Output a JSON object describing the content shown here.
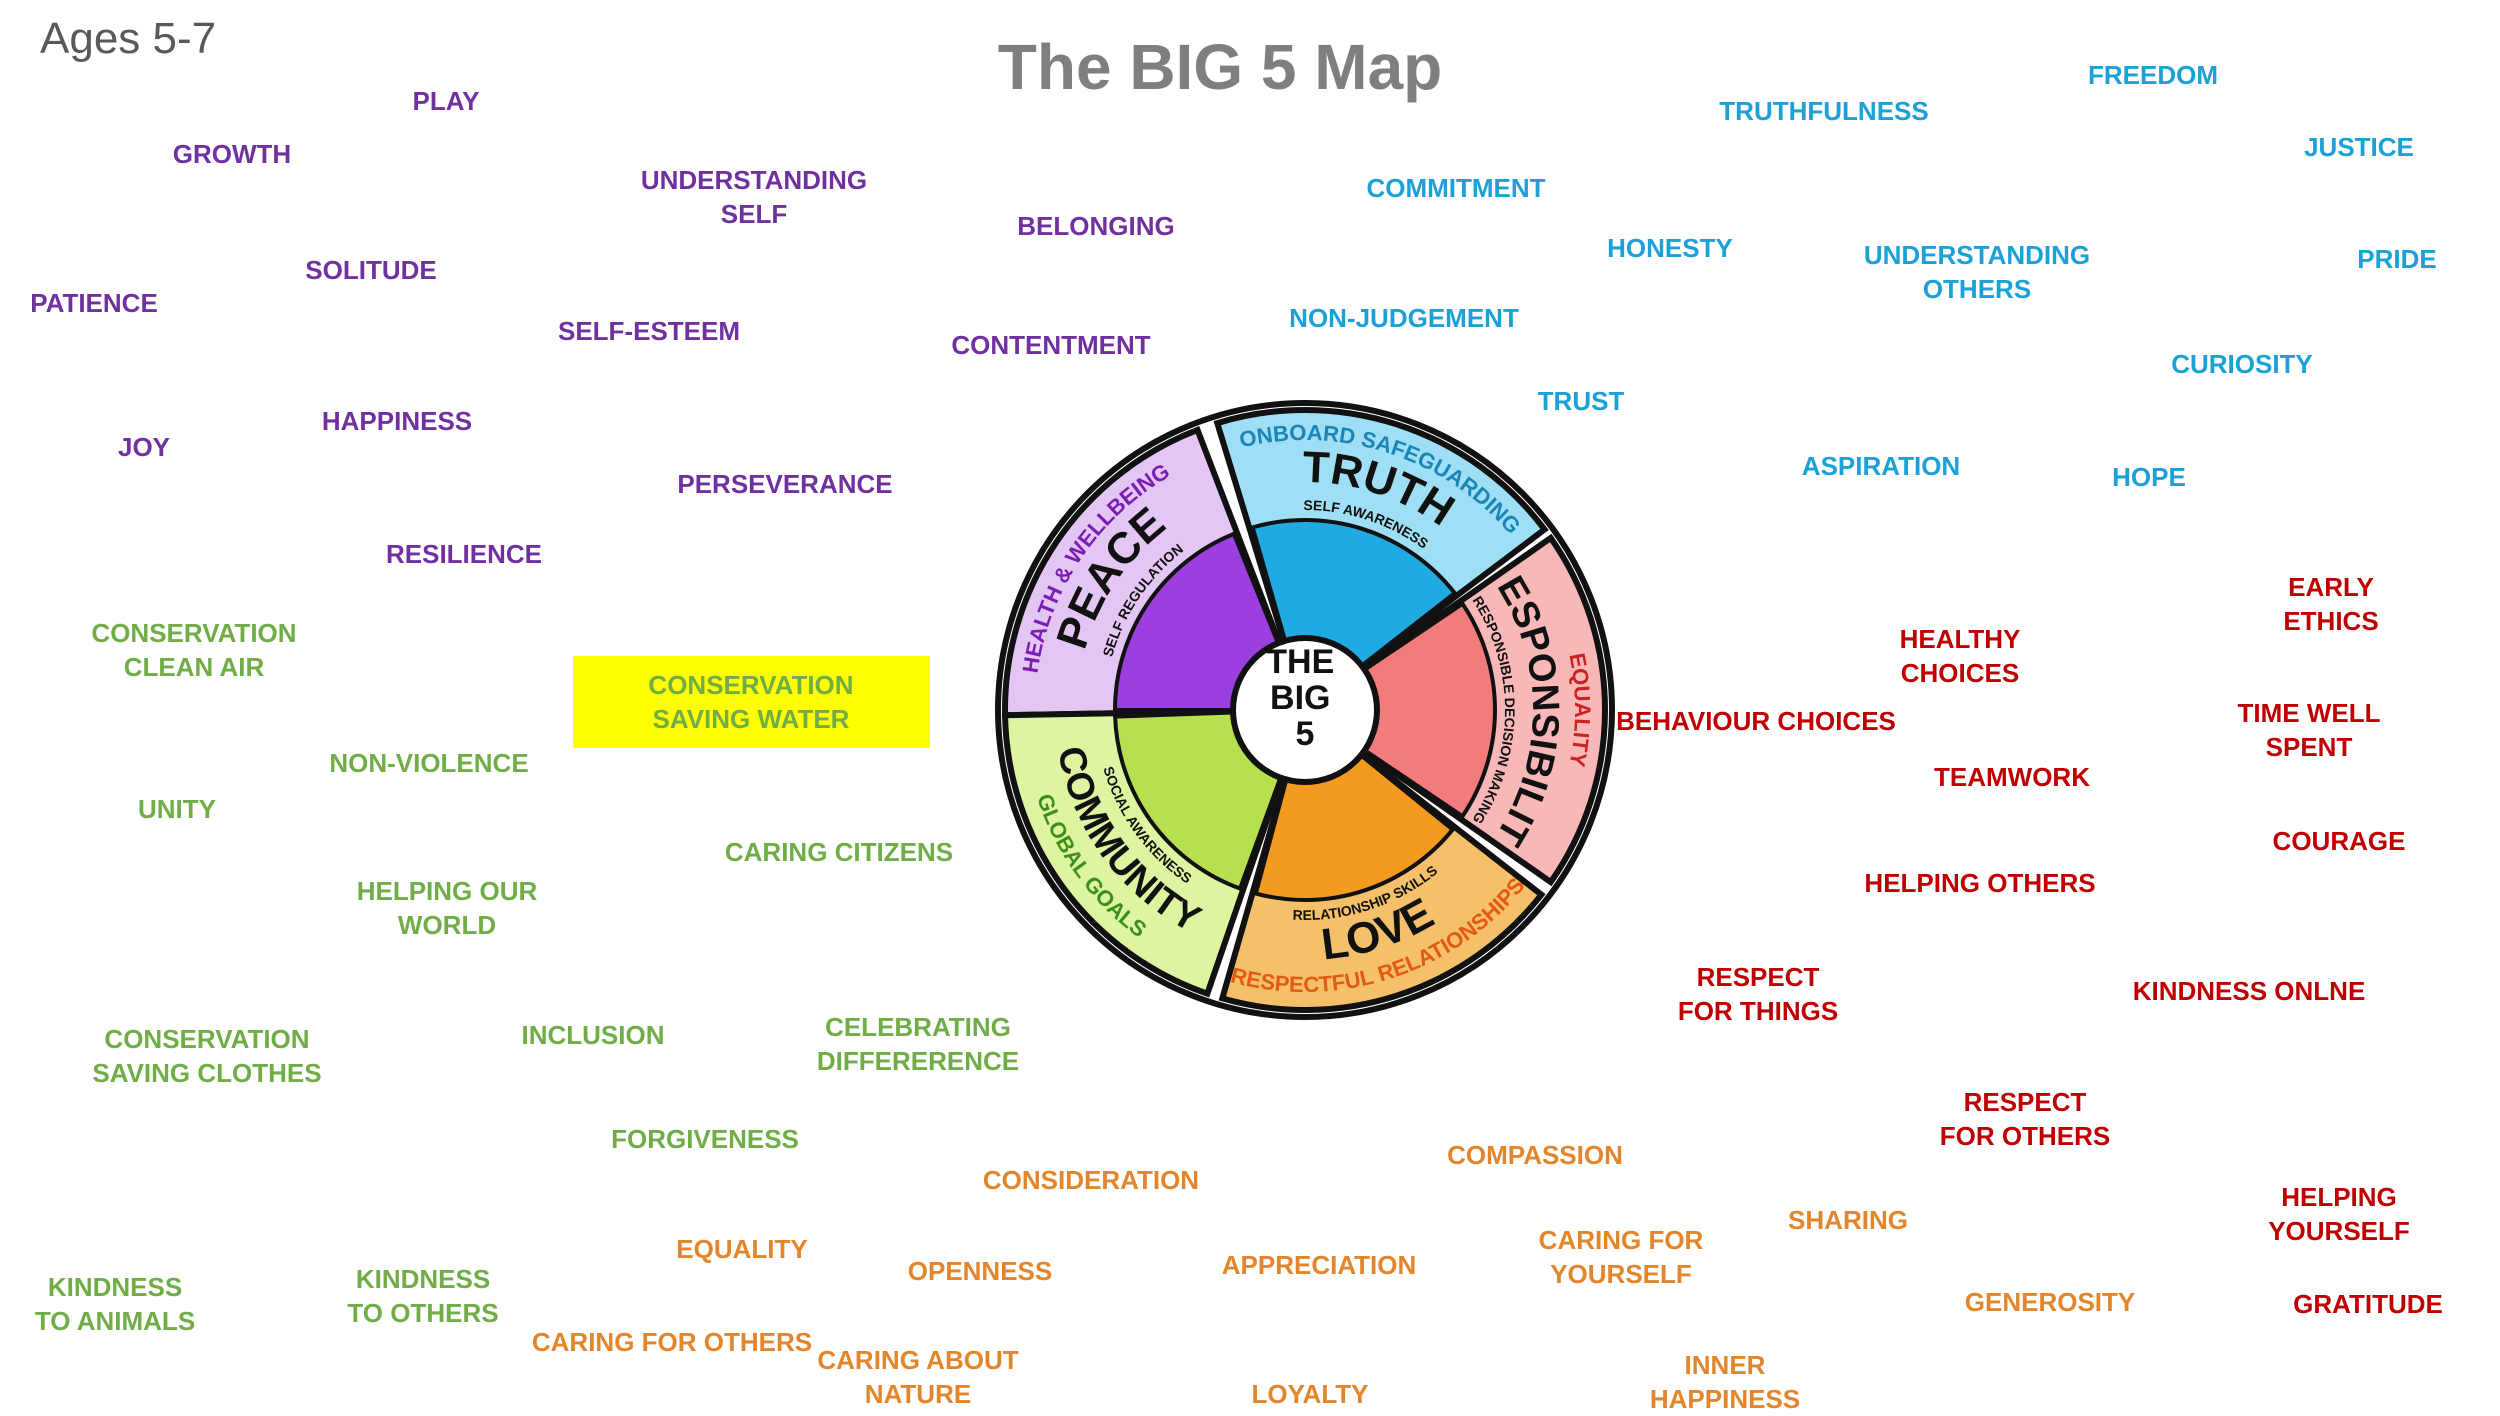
{
  "header": {
    "age": "Ages 5-7",
    "title": "The BIG 5 Map"
  },
  "highlight": "CONSERVATION\nSAVING WATER",
  "wheel": {
    "center": "THE\nBIG\n5",
    "segments": [
      {
        "id": "peace",
        "main": "PEACE",
        "outer": "HEALTH & WELLBEING",
        "inner": "SELF REGULATION",
        "color": "#e4c6f5",
        "inner_color": "#9b3fe0",
        "text_color": "#7a1fb4"
      },
      {
        "id": "truth",
        "main": "TRUTH",
        "outer": "ONBOARD SAFEGUARDING",
        "inner": "SELF AWARENESS",
        "color": "#9edff5",
        "inner_color": "#21a9e1",
        "text_color": "#1b85b8"
      },
      {
        "id": "responsibility",
        "main": "RESPONSIBILITY",
        "outer": "EQUALITY",
        "inner": "RESPONSIBLE DECISION MAKING",
        "color": "#f9b8b8",
        "inner_color": "#f27b7b",
        "text_color": "#cc2222"
      },
      {
        "id": "love",
        "main": "LOVE",
        "outer": "RESPECTFUL RELATIONSHIPS",
        "inner": "RELATIONSHIP SKILLS",
        "color": "#f5c06a",
        "inner_color": "#f39a1f",
        "text_color": "#e35a12"
      },
      {
        "id": "community",
        "main": "COMMUNITY",
        "outer": "GLOBAL GOALS",
        "inner": "SOCIAL AWARENESS",
        "color": "#ddf5a0",
        "inner_color": "#b7e050",
        "text_color": "#3e8f1a"
      }
    ]
  },
  "words": {
    "purple": [
      "PLAY",
      "GROWTH",
      "UNDERSTANDING\nSELF",
      "BELONGING",
      "SOLITUDE",
      "PATIENCE",
      "SELF-ESTEEM",
      "CONTENTMENT",
      "HAPPINESS",
      "JOY",
      "PERSEVERANCE",
      "RESILIENCE"
    ],
    "blue": [
      "FREEDOM",
      "TRUTHFULNESS",
      "JUSTICE",
      "COMMITMENT",
      "HONESTY",
      "UNDERSTANDING\nOTHERS",
      "PRIDE",
      "NON-JUDGEMENT",
      "CURIOSITY",
      "TRUST",
      "ASPIRATION",
      "HOPE"
    ],
    "red": [
      "EARLY ETHICS",
      "HEALTHY\nCHOICES",
      "BEHAVIOUR CHOICES",
      "TIME WELL SPENT",
      "TEAMWORK",
      "COURAGE",
      "HELPING OTHERS",
      "RESPECT\nFOR THINGS",
      "KINDNESS ONLNE",
      "RESPECT\nFOR OTHERS",
      "HELPING YOURSELF",
      "GRATITUDE"
    ],
    "green": [
      "CONSERVATION\nCLEAN AIR",
      "NON-VIOLENCE",
      "UNITY",
      "CARING CITIZENS",
      "HELPING OUR\nWORLD",
      "CONSERVATION\nSAVING CLOTHES",
      "INCLUSION",
      "CELEBRATING\nDIFFERERENCE",
      "FORGIVENESS",
      "KINDNESS\nTO ANIMALS",
      "KINDNESS\nTO OTHERS"
    ],
    "orange": [
      "CONSIDERATION",
      "COMPASSION",
      "EQUALITY",
      "OPENNESS",
      "APPRECIATION",
      "CARING FOR\nYOURSELF",
      "SHARING",
      "CARING FOR OTHERS",
      "CARING ABOUT\nNATURE",
      "GENEROSITY",
      "LOYALTY",
      "INNER\nHAPPINESS"
    ]
  }
}
